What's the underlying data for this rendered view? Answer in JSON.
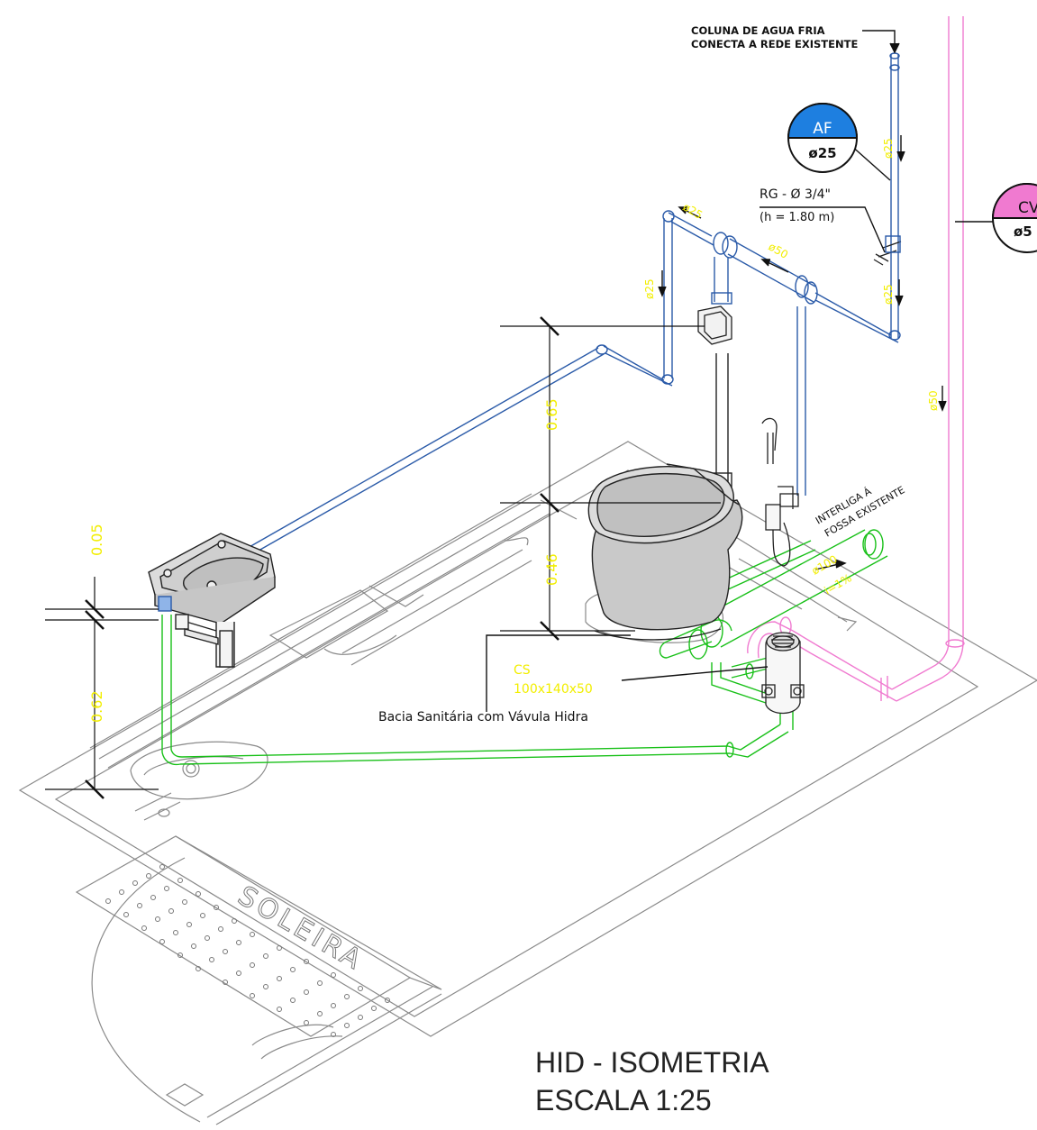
{
  "labels": {
    "coluna_line1": "COLUNA DE AGUA FRIA",
    "coluna_line2": "CONECTA A REDE EXISTENTE",
    "rg_line1": "RG - Ø 3/4\"",
    "rg_line2": "(h = 1.80 m)",
    "interliga_line1": "INTERLIGA Á",
    "interliga_line2": "FOSSA EXISTENTE",
    "cs_line1": "CS",
    "cs_line2": "100x140x50",
    "bacia": "Bacia Sanitária com Vávula Hidra",
    "soleira": "SOLEIRA",
    "title_line1": "HID - ISOMETRIA",
    "title_line2": "ESCALA 1:25"
  },
  "badges": {
    "af": {
      "top": "AF",
      "bottom": "ø25",
      "color": "#1e7fe0"
    },
    "cv": {
      "top": "CV",
      "bottom": "ø5",
      "color": "#f07ad0"
    }
  },
  "pipe_labels": {
    "d25_a": "ø25",
    "d25_b": "ø25",
    "d25_c": "ø25",
    "d25_d": "ø25",
    "d50_a": "ø50",
    "d50_b": "ø50",
    "d100": "ø100",
    "slope": "i=1%"
  },
  "dimensions": {
    "d065": "0.65",
    "d046": "0.46",
    "d005": "0.05",
    "d062": "0.62"
  },
  "colors": {
    "cold_water": "#2a5aa8",
    "sewer": "#18c018",
    "vent": "#f07ad0",
    "annotation": "#f2ee00",
    "floor": "#8a8a8a"
  }
}
